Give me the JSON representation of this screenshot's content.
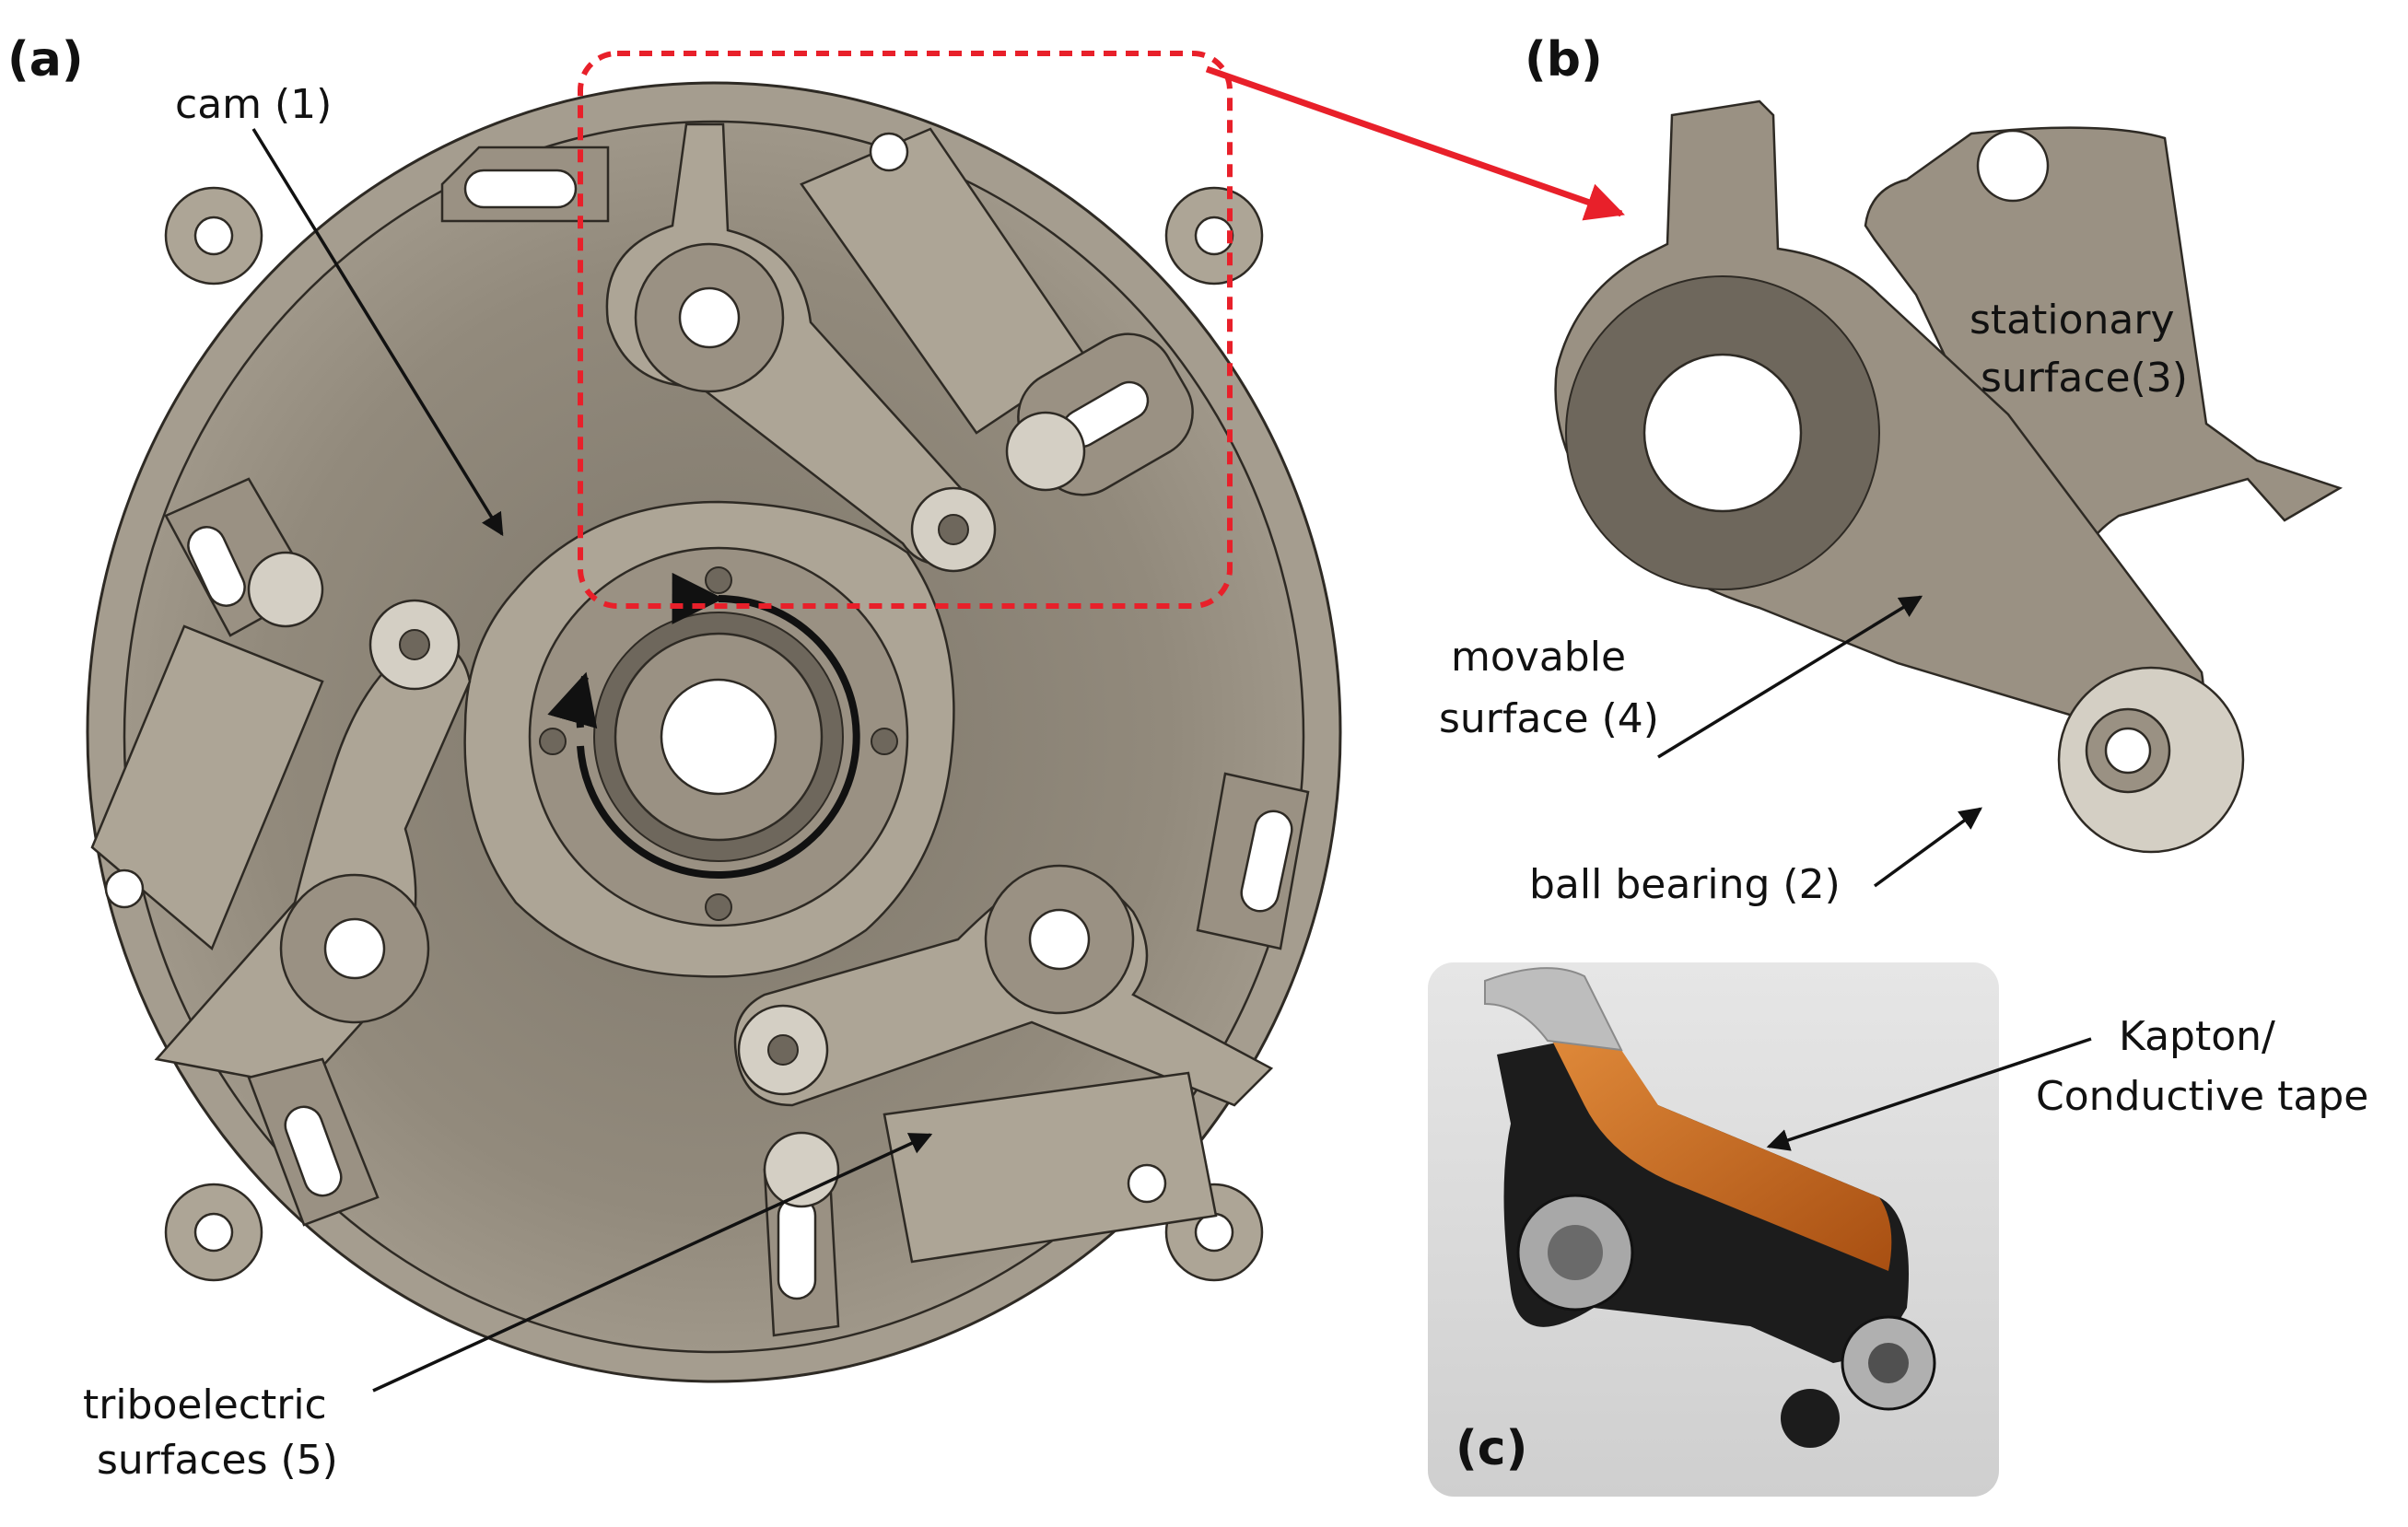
{
  "colors": {
    "part_fill": "#9a9183",
    "part_stroke": "#2e2a24",
    "highlight_red": "#e8202a",
    "leader_black": "#111111",
    "kapton_orange": "#c8661e",
    "photo_bg": "#dcdcdc"
  },
  "panels": {
    "a": {
      "label": "(a)"
    },
    "b": {
      "label": "(b)"
    },
    "c": {
      "label": "(c)"
    }
  },
  "callouts": {
    "cam": "cam (1)",
    "triboelectric_1": "triboelectric",
    "triboelectric_2": "surfaces (5)",
    "stationary_1": "stationary",
    "stationary_2": "surface(3)",
    "movable_1": "movable",
    "movable_2": "surface (4)",
    "ball_bearing": "ball bearing (2)",
    "kapton_1": "Kapton/",
    "kapton_2": "Conductive tape"
  }
}
